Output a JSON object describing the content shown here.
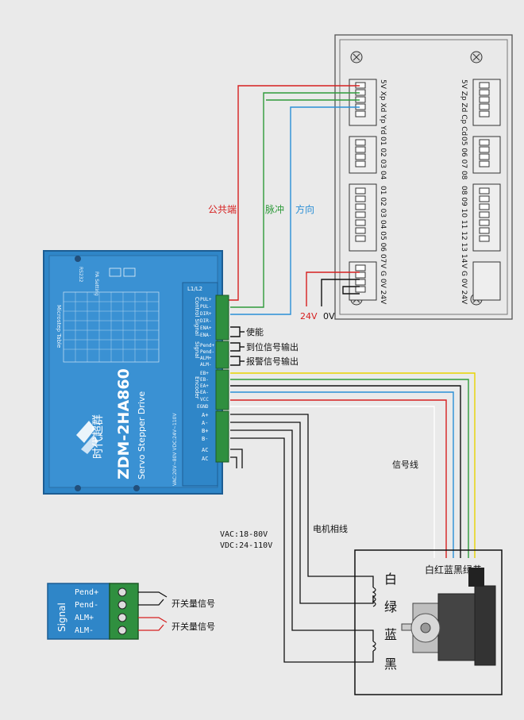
{
  "controller": {
    "port1_labels": "5V Xp Xd Yp Yd",
    "port2_labels": "5V Zp Zd Cp Cd",
    "port3_labels": "01 02 03 04",
    "port4_labels": "05 06 07 08",
    "port5_labels": "01 02 03 04 05 06 07",
    "port6_labels": "08 09 10 11 12 13 14",
    "port7_labels": "V  G  0V 24V",
    "port8_labels": "V  G  0V 24V"
  },
  "wires": {
    "common_label": "公共端",
    "pulse_label": "脉冲",
    "direction_label": "方向",
    "v24_label": "24V",
    "v0_label": "0V",
    "enable_label": "使能",
    "pend_output_label": "到位信号输出",
    "alarm_output_label": "报警信号输出",
    "signal_line_label": "信号线",
    "motor_phase_label": "电机相线",
    "vac_label": "VAC:18-80V",
    "vdc_label": "VDC:24-110V"
  },
  "driver": {
    "brand": "时代超群",
    "model": "ZDM-2HA860",
    "subtitle": "Servo Stepper Drive",
    "rs232": "RS232",
    "pa_setting": "PA Setting",
    "microstep_title": "Microstep Table",
    "terminal_group_label": "L1/L2",
    "control_signal_label": "Control Signal",
    "signal_label": "Signal",
    "encoder_label": "Encoder",
    "power_note": "VAC:20V~80V  VDC:24V~110V",
    "pins_control": [
      "PUL+",
      "PUL-",
      "DIR+",
      "DIR-",
      "ENA+",
      "ENA-"
    ],
    "pins_signal": [
      "Pend+",
      "Pend-",
      "ALM+",
      "ALM-"
    ],
    "pins_encoder": [
      "EB+",
      "EB-",
      "EA+",
      "EA-",
      "VCC",
      "EGND"
    ],
    "pins_power": [
      "A+",
      "A-",
      "B+",
      "B-",
      "AC",
      "AC"
    ]
  },
  "motor": {
    "wire_colors_label": "白红蓝黑绿黄",
    "phase_white": "白",
    "phase_green": "绿",
    "phase_blue": "蓝",
    "phase_black": "黑"
  },
  "inset": {
    "signal_label": "Signal",
    "pins": [
      "Pend+",
      "Pend-",
      "ALM+",
      "ALM-"
    ],
    "switch_label_1": "开关量信号",
    "switch_label_2": "开关量信号"
  },
  "colors": {
    "wire_red": "#d62020",
    "wire_green": "#2e9a3a",
    "wire_blue": "#2a8fd6",
    "wire_yellow": "#e8d300",
    "wire_black": "#111111",
    "driver_blue": "#2f86c8",
    "terminal_green": "#2f8f3f"
  }
}
